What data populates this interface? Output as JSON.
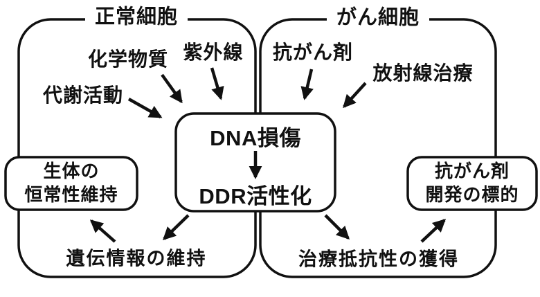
{
  "diagram": {
    "title_semantic": "DNA damage response (DDR) in normal and cancer cells",
    "colors": {
      "background": "#ffffff",
      "line": "#111111",
      "text": "#111111"
    },
    "normal_cell": {
      "title": "正常細胞",
      "causes": [
        {
          "label": "化学物質"
        },
        {
          "label": "紫外線"
        },
        {
          "label": "代謝活動"
        }
      ],
      "outcome": "遺伝情報の維持",
      "result_box": {
        "line1": "生体の",
        "line2": "恒常性維持"
      }
    },
    "cancer_cell": {
      "title": "がん細胞",
      "causes": [
        {
          "label": "抗がん剤"
        },
        {
          "label": "放射線治療"
        }
      ],
      "outcome": "治療抵抗性の獲得",
      "result_box": {
        "line1": "抗がん剤",
        "line2": "開発の標的"
      }
    },
    "center_box": {
      "top": "DNA損傷",
      "bottom": "DDR活性化"
    },
    "connections": [
      {
        "from": "化学物質",
        "to": "DNA損傷"
      },
      {
        "from": "紫外線",
        "to": "DNA損傷"
      },
      {
        "from": "代謝活動",
        "to": "DNA損傷"
      },
      {
        "from": "抗がん剤",
        "to": "DNA損傷"
      },
      {
        "from": "放射線治療",
        "to": "DNA損傷"
      },
      {
        "from": "DNA損傷",
        "to": "DDR活性化"
      },
      {
        "from": "DDR活性化",
        "to": "遺伝情報の維持"
      },
      {
        "from": "遺伝情報の維持",
        "to": "生体の恒常性維持"
      },
      {
        "from": "DDR活性化",
        "to": "治療抵抗性の獲得"
      },
      {
        "from": "治療抵抗性の獲得",
        "to": "抗がん剤開発の標的"
      }
    ]
  }
}
